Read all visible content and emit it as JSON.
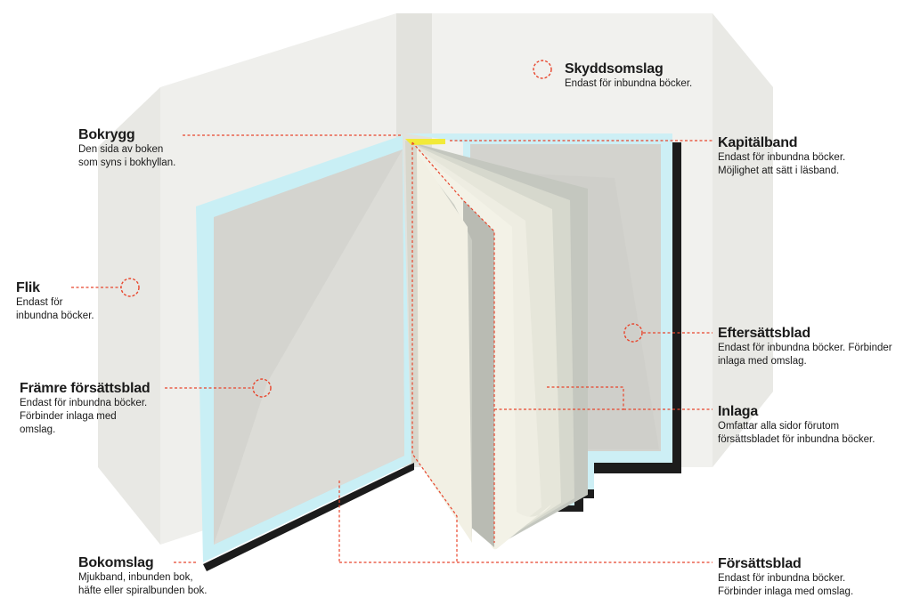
{
  "colors": {
    "leader": "#e8452c",
    "jacket": "#ededea",
    "cover_edge": "#c9eff5",
    "board": "#d5d5d0",
    "page": "#f1f0e5",
    "shadow": "#1a1a1a",
    "headband": "#f2ea3a"
  },
  "labels": {
    "skyddsomslag": {
      "title": "Skyddsomslag",
      "lines": [
        "Endast för inbundna böcker."
      ]
    },
    "bokrygg": {
      "title": "Bokrygg",
      "lines": [
        "Den sida av boken",
        "som syns i bokhyllan."
      ]
    },
    "kapitalband": {
      "title": "Kapitälband",
      "lines": [
        "Endast för inbundna böcker.",
        "Möjlighet att sätt i läsband."
      ]
    },
    "flik": {
      "title": "Flik",
      "lines": [
        "Endast för",
        "inbundna böcker."
      ]
    },
    "eftersattsblad": {
      "title": "Eftersättsblad",
      "lines": [
        "Endast för inbundna böcker. Förbinder",
        "inlaga med omslag."
      ]
    },
    "framre": {
      "title": "Främre försättsblad",
      "lines": [
        "Endast för inbundna böcker.",
        "Förbinder inlaga med",
        "omslag."
      ]
    },
    "inlaga": {
      "title": "Inlaga",
      "lines": [
        "Omfattar alla sidor förutom",
        "försättsbladet för inbundna böcker."
      ]
    },
    "bokomslag": {
      "title": "Bokomslag",
      "lines": [
        "Mjukband, inbunden bok,",
        "häfte eller spiralbunden bok."
      ]
    },
    "forsattsblad": {
      "title": "Försättsblad",
      "lines": [
        "Endast för inbundna böcker.",
        "Förbinder inlaga med omslag."
      ]
    }
  }
}
